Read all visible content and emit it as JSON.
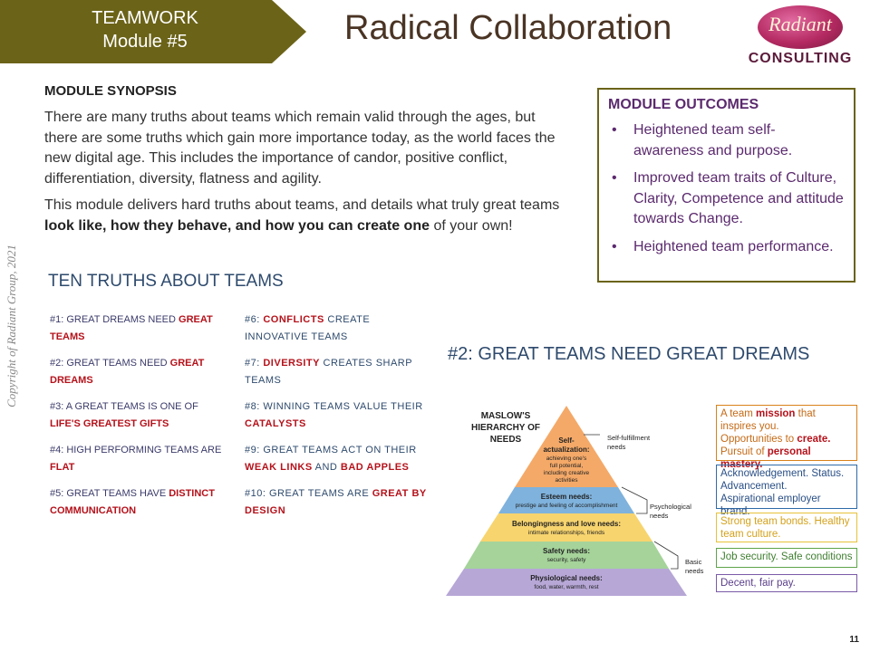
{
  "header": {
    "banner_line1": "TEAMWORK",
    "banner_line2": "Module #5",
    "title": "Radical Collaboration",
    "logo_word": "Radiant",
    "logo_consulting": "CONSULTING",
    "banner_color": "#6b6318"
  },
  "copyright": "Copyright of Radiant Group, 2021",
  "synopsis": {
    "heading": "MODULE SYNOPSIS",
    "para1": "There are many truths about teams which remain valid through the ages, but there are some truths which gain more importance today, as the world faces the new digital age. This includes the importance of candor, positive conflict, differentiation, diversity, flatness and agility.",
    "para2_a": "This module delivers hard truths about teams, and details what truly great teams ",
    "para2_b": "look like, how they behave, and how you can create one",
    "para2_c": " of your own!"
  },
  "outcomes": {
    "heading": "MODULE OUTCOMES",
    "items": [
      "Heightened team self-awareness and purpose.",
      "Improved team traits of Culture, Clarity, Competence and attitude towards Change.",
      "Heightened team performance."
    ]
  },
  "ten_truths": {
    "heading": "TEN TRUTHS ABOUT TEAMS",
    "col1": [
      {
        "a": "#1: GREAT DREAMS NEED ",
        "b": "GREAT TEAMS",
        "c": ""
      },
      {
        "a": "#2: GREAT TEAMS NEED ",
        "b": "GREAT DREAMS",
        "c": ""
      },
      {
        "a": "#3: A GREAT TEAMS IS ONE OF ",
        "b": "LIFE'S GREATEST GIFTS",
        "c": ""
      },
      {
        "a": "#4: HIGH PERFORMING TEAMS ARE ",
        "b": "FLAT",
        "c": ""
      },
      {
        "a": "#5: GREAT TEAMS HAVE ",
        "b": "DISTINCT COMMUNICATION",
        "c": ""
      }
    ],
    "col2": [
      {
        "a": "#6: ",
        "b": "CONFLICTS",
        "c": " CREATE INNOVATIVE TEAMS",
        "d": "",
        "e": ""
      },
      {
        "a": "#7: ",
        "b": "DIVERSITY",
        "c": " CREATES SHARP TEAMS",
        "d": "",
        "e": ""
      },
      {
        "a": "#8: WINNING TEAMS VALUE THEIR ",
        "b": "CATALYSTS",
        "c": "",
        "d": "",
        "e": ""
      },
      {
        "a": "#9: GREAT TEAMS ACT ON THEIR ",
        "b": "WEAK LINKS",
        "c": " AND ",
        "d": "BAD APPLES",
        "e": ""
      },
      {
        "a": "#10: GREAT TEAMS ARE ",
        "b": "GREAT BY DESIGN",
        "c": "",
        "d": "",
        "e": ""
      }
    ]
  },
  "dreams_heading": "#2: GREAT TEAMS NEED GREAT DREAMS",
  "maslow": {
    "title_l1": "MASLOW'S",
    "title_l2": "HIERARCHY OF",
    "title_l3": "NEEDS",
    "levels": [
      {
        "name": "Self-",
        "name2": "actualization:",
        "desc": [
          "achieving one's",
          "full potential,",
          "including creative",
          "activities"
        ],
        "color": "#f4a968"
      },
      {
        "name": "Esteem needs:",
        "desc": [
          "prestige and feeling of accomplishment"
        ],
        "color": "#7fb2dc"
      },
      {
        "name": "Belongingness and love needs:",
        "desc": [
          "intimate relationships, friends"
        ],
        "color": "#f7d46e"
      },
      {
        "name": "Safety needs:",
        "desc": [
          "security, safety"
        ],
        "color": "#a5d39a"
      },
      {
        "name": "Physiological needs:",
        "desc": [
          "food, water, warmth, rest"
        ],
        "color": "#b6a7d6"
      }
    ],
    "brackets": {
      "self": [
        "Self-fulfillment",
        "needs"
      ],
      "psych": [
        "Psychological",
        "needs"
      ],
      "basic": [
        "Basic",
        "needs"
      ]
    }
  },
  "side_boxes": [
    {
      "parts": [
        [
          "A team ",
          false
        ],
        [
          "mission",
          true
        ],
        [
          " that inspires you.",
          false
        ],
        [
          "\n",
          false
        ],
        [
          "Opportunities to ",
          false
        ],
        [
          "create.",
          true
        ],
        [
          "\n",
          false
        ],
        [
          "Pursuit of ",
          false
        ],
        [
          "personal mastery.",
          true
        ]
      ],
      "color": "#d9821a",
      "text_color": "#c46a16",
      "strong_color": "#b5121b"
    },
    {
      "parts": [
        [
          "Acknowledgement. Status.",
          false
        ],
        [
          "\n",
          false
        ],
        [
          "Advancement.",
          false
        ],
        [
          "\n",
          false
        ],
        [
          "Aspirational employer brand.",
          false
        ]
      ],
      "color": "#2f6aa8",
      "text_color": "#2a4f86",
      "strong_color": "#2a4f86"
    },
    {
      "parts": [
        [
          "Strong team bonds. Healthy team culture.",
          false
        ]
      ],
      "color": "#e8c23a",
      "text_color": "#d4a21c",
      "strong_color": "#d4a21c"
    },
    {
      "parts": [
        [
          "Job security. Safe conditions",
          false
        ]
      ],
      "color": "#5ea44a",
      "text_color": "#3f7f31",
      "strong_color": "#3f7f31"
    },
    {
      "parts": [
        [
          "Decent, fair pay.",
          false
        ]
      ],
      "color": "#7a5aa8",
      "text_color": "#5b3f8a",
      "strong_color": "#5b3f8a"
    }
  ],
  "page_number": "11"
}
